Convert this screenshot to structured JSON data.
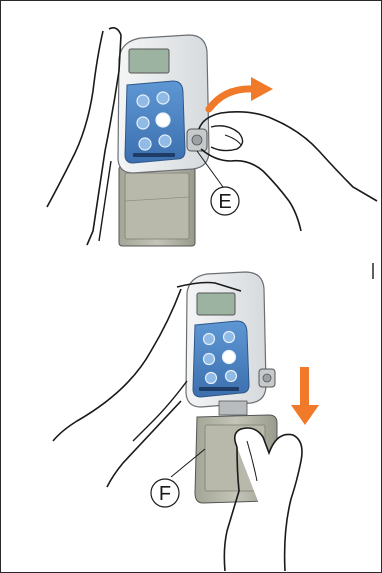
{
  "figure": {
    "callouts": [
      {
        "letter": "E"
      },
      {
        "letter": "F"
      }
    ],
    "colors": {
      "arrow": "#f07a2a",
      "device_body": "#e9ecef",
      "keypad": "#4d86c4",
      "display": "#9bb3a0",
      "cassette": "#b5b6a6",
      "outline": "#1a1a1a"
    },
    "panels": [
      {
        "action": "rotate-release-knob",
        "arrow": "curved-arrow"
      },
      {
        "action": "slide-off-cassette",
        "arrow": "down-arrow"
      }
    ]
  }
}
